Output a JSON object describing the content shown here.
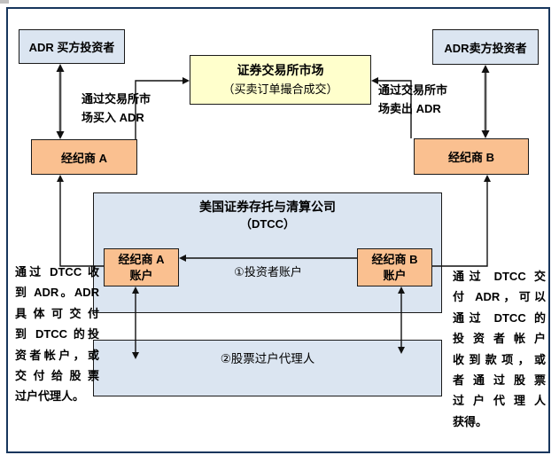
{
  "boxes": {
    "buyer": {
      "label": "ADR 买方投资者"
    },
    "seller": {
      "label": "ADR卖方投资者"
    },
    "exchange": {
      "title": "证券交易所市场",
      "subtitle": "（买卖订单撮合成交）"
    },
    "broker_a": {
      "label": "经纪商 A"
    },
    "broker_b": {
      "label": "经纪商 B"
    },
    "dtcc": {
      "title": "美国证券存托与清算公司",
      "subtitle": "（DTCC）"
    },
    "account_a": {
      "line1": "经纪商 A",
      "line2": "账户"
    },
    "account_b": {
      "line1": "经纪商 B",
      "line2": "账户"
    },
    "transfer_agent": {
      "label": "②股票过户代理人"
    }
  },
  "labels": {
    "buy_via_exchange": {
      "line1": "通过交易所市",
      "line2": "场买入 ADR"
    },
    "sell_via_exchange": {
      "line1": "通过交易所市",
      "line2": "场卖出 ADR"
    },
    "investor_account": "①投资者账户"
  },
  "notes": {
    "left": {
      "lines": [
        "通过 DTCC 收",
        "到 ADR。ADR",
        "具体可交付",
        "到 DTCC 的投",
        "资者帐户，或",
        "交付给股票",
        "过户代理人。"
      ]
    },
    "right": {
      "lines": [
        "通过 DTCC 交",
        "付 ADR，可以",
        "通过 DTCC 的",
        "投资者帐户",
        "收到款项，或",
        "者通过股票",
        "过户代理人",
        "获得。"
      ]
    }
  },
  "colors": {
    "light_blue": "#dbe5f1",
    "orange": "#fac090",
    "yellow": "#ffffcc",
    "frame_border": "#17365d",
    "box_border": "#1a1a1a",
    "arrow_black": "#111111",
    "arrow_gray": "#4d4d4d"
  }
}
